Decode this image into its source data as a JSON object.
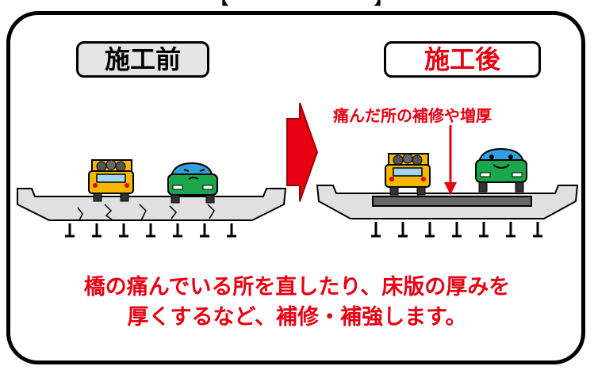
{
  "labels": {
    "before": "施工前",
    "after": "施工後"
  },
  "annotation": "痛んだ所の補修や増厚",
  "message": {
    "line1": "橋の痛んでいる所を直したり、床版の厚みを",
    "line2": "厚くするなど、補修・補強します。"
  },
  "colors": {
    "accent_red": "#e60012",
    "frame": "#000000",
    "before_label_bg": "#e5e5e5",
    "deck_fill": "#e0e0e0",
    "truck_yellow": "#f5b800",
    "car_green": "#1aa64a",
    "car_blue": "#2f9fe0"
  },
  "icons": {
    "arrow": "red-right-arrow-icon",
    "truck": "dump-truck-icon",
    "car": "car-icon"
  }
}
